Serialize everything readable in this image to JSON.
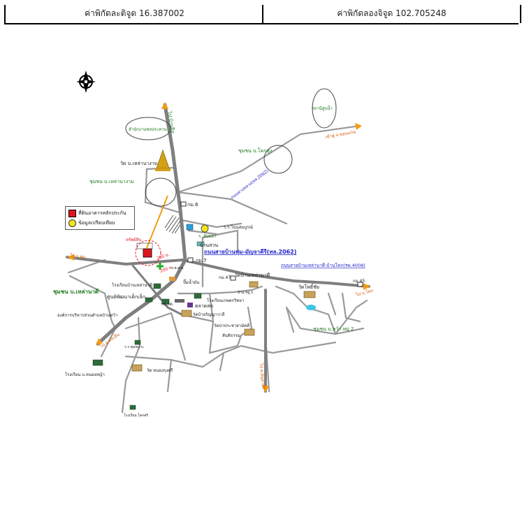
{
  "header": {
    "latitude_label": "ค่าพิกัดละติจูด 16.387002",
    "longitude_label": "ค่าพิกัดลองจิจูด 102.705248"
  },
  "legend": {
    "items": [
      {
        "label": "ที่ดินอาคารหลักประกัน",
        "color": "#e0141e"
      },
      {
        "label": "ข้อมูลเปรียบเทียบ",
        "color": "#f2e61a"
      }
    ]
  },
  "colors": {
    "main_road": "#7f7f7f",
    "minor_road": "#9a9a9a",
    "highway_label": "#2222cc",
    "community_label": "#1a7a1a",
    "direction_arrow": "#f39c12",
    "subject_marker": "#e0141e"
  },
  "map_labels": {
    "north_icon": "compass-north-icon",
    "to_ban_phue": "ไป บ้านฝือ",
    "irrigation_office": "สำนักงานชลประทาน",
    "to_water_office": "สถานีสูบน้ำ",
    "community_khok_sung": "ชุมชน บ.โคกสูง",
    "road_2062_small": "ถนนทางหลวง(ทล.2062)",
    "to_khon_kaen": "เข้าสู่ จ.ขอนแก่น",
    "wat_lao_na_ngam": "วัด บ.เหล่านางาม",
    "community_lao_na_ngam": "ชุมชน บ.เหล่านางาม",
    "km6": "กม.6",
    "school_khok": "ร.ร.โนนสมบูรณ์",
    "school_sappaya": "ร. สัปปยา",
    "subject_label": "ทรัพย์สิน",
    "distance_a": "200 ม.",
    "distance_b": "200 ม.",
    "ban_suan": "บ้านสวน",
    "main_road_label": "ถนนสายบ้านทุ่ม-มัญจาคีรี(ทล.2062)",
    "km7": "กม.7",
    "to_ban_tum": "ไป บ.ทุ่ม",
    "road_4008_label": "ถนนสายบ้านเหล่านาดี-บ้านโคก(รพ.4008)",
    "km47": "กม.47",
    "wat_ban_lao_na_di": "วัดบ้านเหล่านาดี",
    "km45": "กม.45",
    "to_ban_khok": "ไป บ.โคก",
    "police": "ร.พ.ส.ต.",
    "hospital": "รพ.สต.",
    "community_lao_na_di": "ชุมชน บ.เหล่านาดี",
    "school_lao_na_di": "โรงเรียนบ้านเหล่านาดี",
    "child_center": "ศูนย์พัฒนาเด็กเล็ก",
    "tao_office": "องค์การบริหารส่วนตำบลบ้านหว้า",
    "market": "ตลาดสด",
    "village_1": "บ้าน หมู่ 1",
    "school_kaset": "โรงเรียนเกษตรวิทยา",
    "wat_pho_chai": "วัดโพธิ์ชัย",
    "community_ban_wa": "ชุมชน บ.หว้า หมู่ 2",
    "wat_temple_center": "วัดป่าประชาสามัคคี",
    "temple_santi": "สันติธรรม",
    "wat_office": "วัดบ้าอรัญญาวาสี",
    "to_sub_district": "ไป อ.พระยืน",
    "to_mancha": "ไป อ.มัญจาคีรี",
    "school_nong_ya": "โรงเรียน บ.หนองหญ้า",
    "wat_nong_ya": "วัด หนองกุงศรี",
    "school_khok_si": "โรงเรียน โคกศรี",
    "health_post": "ร.ร.ชุมชน บ.",
    "gas_station": "ปั๊มน้ำมัน"
  }
}
